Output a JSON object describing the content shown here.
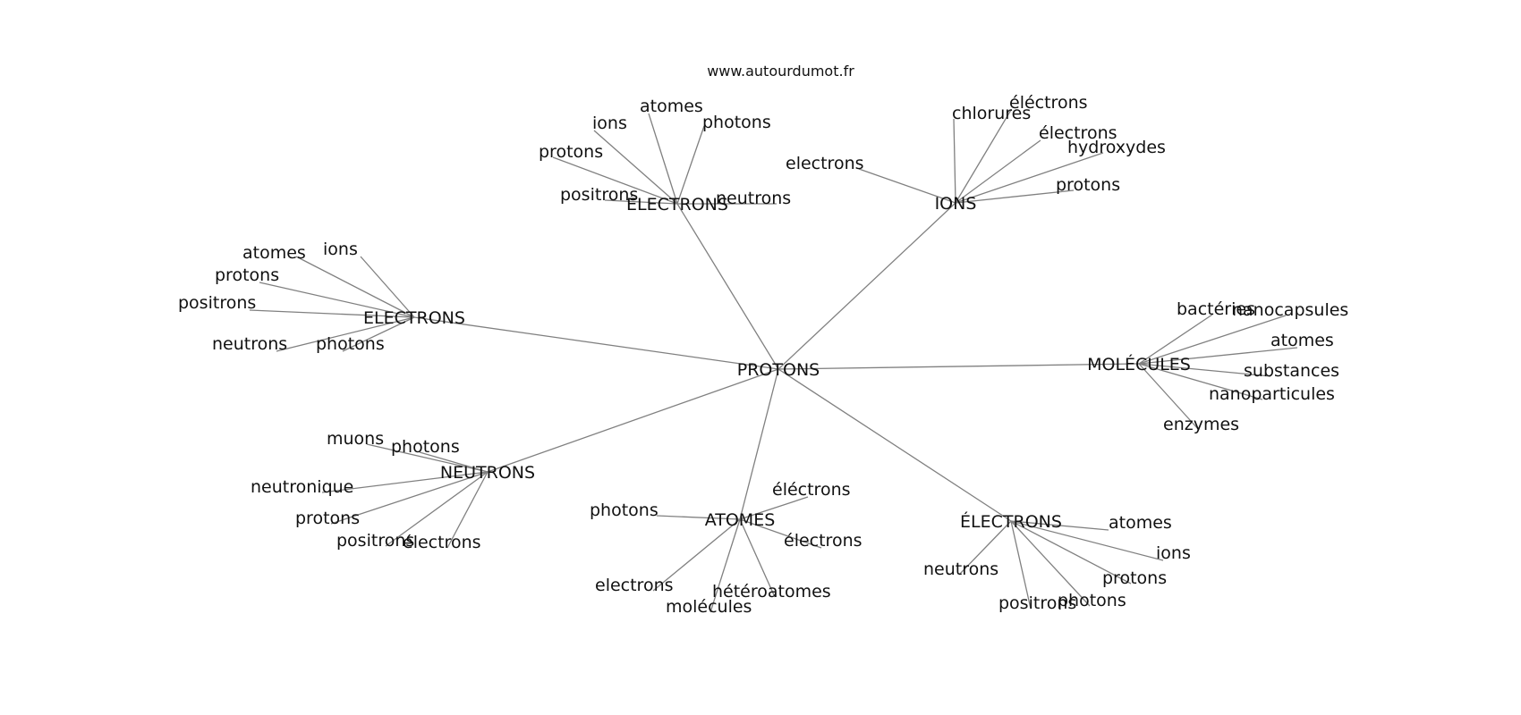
{
  "site": "www.autourdumot.fr",
  "graph": {
    "root": "PROTONS",
    "hubs": [
      {
        "label": "ÉLECTRONS",
        "leaves": [
          "atomes",
          "ions",
          "photons",
          "protons",
          "positrons",
          "neutrons"
        ]
      },
      {
        "label": "IONS",
        "leaves": [
          "electrons",
          "chlorures",
          "éléctrons",
          "électrons",
          "hydroxydes",
          "protons"
        ]
      },
      {
        "label": "ELECTRONS",
        "leaves": [
          "atomes",
          "ions",
          "protons",
          "positrons",
          "neutrons",
          "photons"
        ]
      },
      {
        "label": "MOLÉCULES",
        "leaves": [
          "bactéries",
          "nanocapsules",
          "atomes",
          "substances",
          "nanoparticules",
          "enzymes"
        ]
      },
      {
        "label": "NEUTRONS",
        "leaves": [
          "muons",
          "photons",
          "neutronique",
          "protons",
          "positrons",
          "électrons"
        ]
      },
      {
        "label": "ATOMES",
        "leaves": [
          "photons",
          "éléctrons",
          "électrons",
          "electrons",
          "hétéroatomes",
          "molécules"
        ]
      },
      {
        "label": "ÉLECTRONS",
        "leaves": [
          "atomes",
          "ions",
          "neutrons",
          "protons",
          "positrons",
          "photons"
        ]
      }
    ]
  }
}
